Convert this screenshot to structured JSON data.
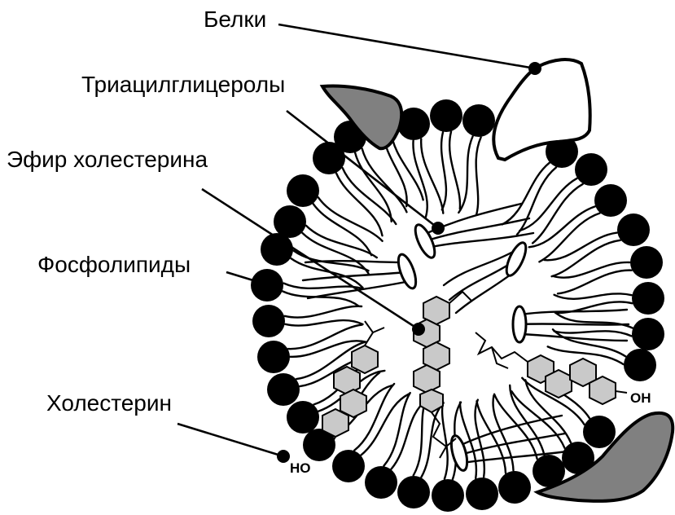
{
  "labels": {
    "proteins": "Белки",
    "triacylglycerols": "Триацилглицеролы",
    "cholesterol_ester": "Эфир  холестерина",
    "phospholipids": "Фосфолипиды",
    "cholesterol": "Холестерин"
  },
  "group_labels": {
    "ho": "НО",
    "oh": "ОН"
  },
  "colors": {
    "protein_gray": "#808080",
    "sterol_ring": "#c9c9c9",
    "outline": "#000000"
  }
}
